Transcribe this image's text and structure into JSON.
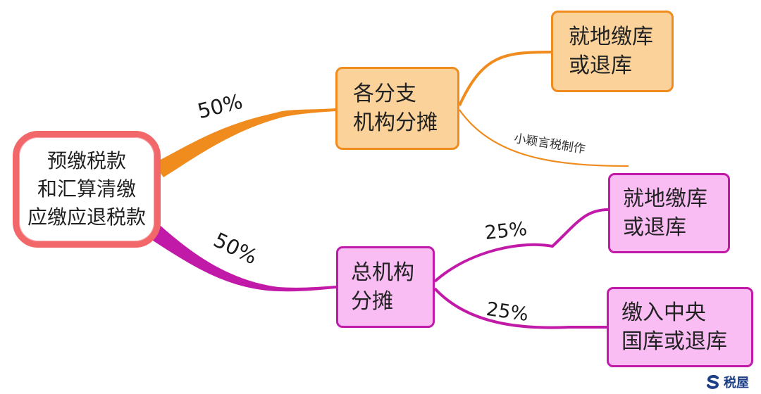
{
  "root": {
    "text": "预缴税款\n和汇算清缴\n应缴应退税款"
  },
  "branches": [
    {
      "percent": "50%",
      "text": "各分支\n机构分摊",
      "color": "#f08b1e",
      "children": [
        {
          "text": "就地缴库\n或退库"
        }
      ]
    },
    {
      "percent": "50%",
      "text": "总机构\n分摊",
      "color": "#c21aa8",
      "children": [
        {
          "percent": "25%",
          "text": "就地缴库\n或退库"
        },
        {
          "percent": "25%",
          "text": "缴入中央\n国库或退库"
        }
      ]
    }
  ],
  "credit": "小颖言税制作",
  "watermark": {
    "text": "税屋",
    "color": "#1d3f87"
  },
  "colors": {
    "root_border": "#f2676a",
    "orange_fill": "#fbd29a",
    "pink_fill": "#f9bdf4"
  }
}
